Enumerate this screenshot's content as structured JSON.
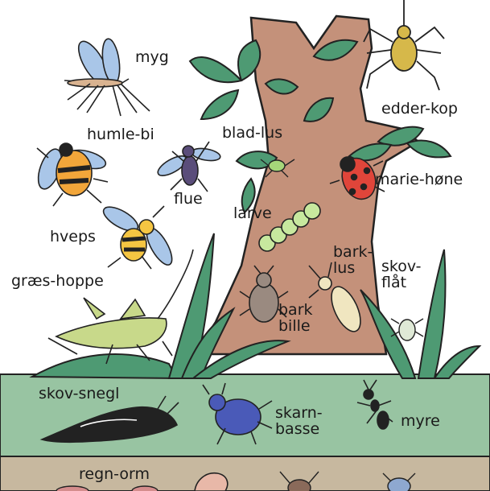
{
  "labels": {
    "myg": "myg",
    "edder_kop": "edder-kop",
    "humle_bi": "humle-bi",
    "blad_lus": "blad-lus",
    "flue": "flue",
    "marie_hone": "marie-høne",
    "larve": "larve",
    "hveps": "hveps",
    "bark_lus": "bark-\nlus",
    "skov_flat": "skov-\nflåt",
    "graes_hoppe": "græs-hoppe",
    "bark_bille": "bark\nbille",
    "skov_snegl": "skov-snegl",
    "skarn_basse": "skarn-\nbasse",
    "myre": "myre",
    "regn_orm": "regn-orm"
  },
  "colors": {
    "trunk": "#c4917a",
    "leaf": "#4e9a73",
    "leaf_light": "#6cb08a",
    "moss": "#98c4a2",
    "soil": "#c7b89f",
    "outline": "#222222"
  }
}
